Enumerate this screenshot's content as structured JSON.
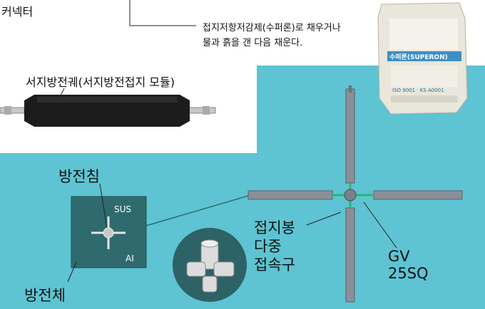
{
  "labels": {
    "connector": "커넥터",
    "backfill_line1": "접지저항저감제(수퍼론)로 채우거나",
    "backfill_line2": "물과 흙을 갠 다음 채운다.",
    "surge_cell": "서지방전궤(서지방전접지 모듈)",
    "rod": "방전침",
    "sus": "SUS",
    "al": "AI",
    "body": "방전체",
    "multi_line1": "접지봉",
    "multi_line2": "다중",
    "multi_line3": "접속구",
    "gv_line1": "GV",
    "gv_line2": "25SQ"
  },
  "bag": {
    "brand": "수퍼론(SUPERON)",
    "cert": "ISO 9001 · KS A0001"
  },
  "colors": {
    "soil": "#5ec3d2",
    "wire": "#2bb673",
    "electrode": "#8a8f98",
    "cell": "#1c1c1c",
    "panel": "#2f6b6e"
  }
}
